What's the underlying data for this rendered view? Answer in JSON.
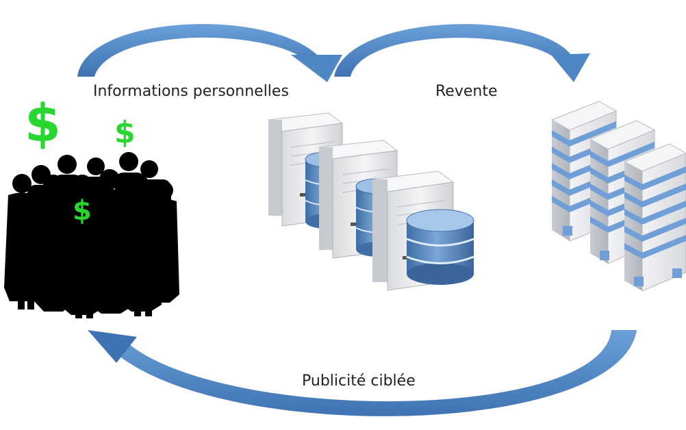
{
  "labels": {
    "personal_info": "Informations personnelles",
    "resale": "Revente",
    "targeted_ads": "Publicité ciblée"
  },
  "dollar_sign": "$",
  "icons": {
    "people": "people-silhouette-icon",
    "servers": "database-server-icon",
    "buildings": "office-building-icon",
    "arrows": "curved-arrow-icon"
  },
  "colors": {
    "arrow": "#4f86c6",
    "dollar": "#27d62e",
    "silhouette": "#000000",
    "server_body": "#e9eaec",
    "database": "#4d7fb5",
    "building_stripe": "#6f9fd6"
  }
}
